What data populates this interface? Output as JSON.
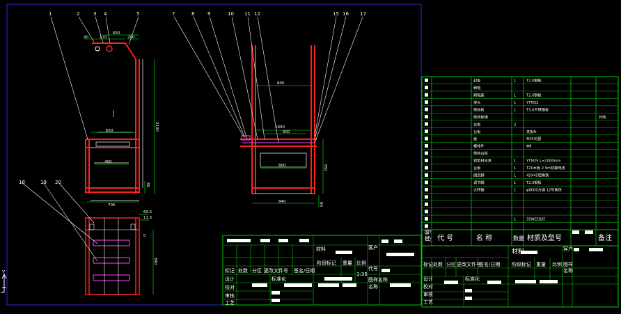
{
  "colors": {
    "background": "#000000",
    "frame": "#2a2ad8",
    "table_line": "#00d000",
    "part_red": "#ff2020",
    "leader_white": "#ffffff",
    "magenta": "#ff40ff",
    "dim_green": "#00ff00",
    "block_white": "#ffffff"
  },
  "balloons": [
    "1",
    "2",
    "3",
    "4",
    "5",
    "7",
    "8",
    "9",
    "10",
    "11",
    "12",
    "15",
    "16",
    "17",
    "18",
    "19",
    "20"
  ],
  "front_view_dims": {
    "top_a": "40",
    "top_b": "170",
    "top_c": "650",
    "top_d": "200",
    "height": "2100",
    "width_inner": "650",
    "inner": "400",
    "foot": "80",
    "bottom": "705"
  },
  "side_view_dims": {
    "top": "800",
    "mid": "1000",
    "mid2": "600",
    "lower": "800",
    "height": "780",
    "foot": "60",
    "bottom": "840"
  },
  "plan_view_dims": {
    "d1": "60.5",
    "d2": "11.5",
    "d3": "0",
    "depth": "840"
  },
  "parts_list": {
    "rows": [
      {
        "qty": "1",
        "name": "封板",
        "spec": "T2.0钢板",
        "note": ""
      },
      {
        "qty": "",
        "name": "刷辊",
        "spec": "",
        "note": ""
      },
      {
        "qty": "1",
        "name": "刷辊座",
        "spec": "T2.0钢板",
        "note": ""
      },
      {
        "qty": "1",
        "name": "接头",
        "spec": "YTM32",
        "note": ""
      },
      {
        "qty": "1",
        "name": "侧挡板",
        "spec": "T3.0不锈钢板",
        "note": ""
      },
      {
        "qty": "",
        "name": "侧挡板槽",
        "spec": "",
        "note": "外购"
      },
      {
        "qty": "2",
        "name": "台板",
        "spec": "",
        "note": ""
      },
      {
        "qty": "",
        "name": "台板",
        "spec": "夹板Fr",
        "note": ""
      },
      {
        "qty": "",
        "name": "盖",
        "spec": "Φ25光圆",
        "note": ""
      },
      {
        "qty": "",
        "name": "螺栓件",
        "spec": "Φ8",
        "note": ""
      },
      {
        "qty": "",
        "name": "侧挡台板",
        "spec": "",
        "note": ""
      },
      {
        "qty": "1",
        "name": "铝型材支承",
        "spec": "YTM25 L=1000mm",
        "note": ""
      },
      {
        "qty": "1",
        "name": "台板",
        "spec": "T20木板 2.5m防静电皮",
        "note": ""
      },
      {
        "qty": "1",
        "name": "固定脚",
        "spec": "45X45铝角铁",
        "note": ""
      },
      {
        "qty": "1",
        "name": "调节脚",
        "spec": "T2.0钢板",
        "note": ""
      },
      {
        "qty": "1",
        "name": "大转轴",
        "spec": "φ8000方通 12号角铁",
        "note": ""
      },
      {
        "qty": "",
        "name": "",
        "spec": "",
        "note": ""
      },
      {
        "qty": "",
        "name": "",
        "spec": "",
        "note": ""
      },
      {
        "qty": "",
        "name": "",
        "spec": "",
        "note": ""
      },
      {
        "qty": "1",
        "name": "",
        "spec": "35W日光灯",
        "note": ""
      },
      {
        "qty": "",
        "name": "",
        "spec": "",
        "note": ""
      }
    ],
    "header": {
      "seq": "序号",
      "code": "代 号",
      "name": "名 称",
      "qty": "数量",
      "material": "材质及型号",
      "remark": "备注"
    }
  },
  "title_block": {
    "material_label": "材料",
    "customer_label": "客户",
    "stage_label": "阶段标记",
    "weight_label": "重量",
    "scale_label": "比例",
    "scale_value": "1:35",
    "code_label": "代号",
    "drawing_name_label": "图样名称",
    "mark_label": "标记",
    "count_label": "处数",
    "zone_label": "分区",
    "change_doc_label": "更改文件号",
    "signature_date_label": "签名/日期",
    "design_label": "设计",
    "standardize_label": "标准化",
    "check_label": "校对",
    "review_label": "审核",
    "process_label": "工艺",
    "name_label": "名称"
  },
  "title_block_right": {
    "material_label": "材料",
    "customer_label": "客户",
    "stage_label": "阶段标记",
    "weight_label": "重量",
    "scale_label": "比例",
    "drawing_label": "图样",
    "name_label": "名称",
    "mark_label": "标记",
    "count_label": "处数",
    "zone_label": "分区",
    "change_doc_label": "更改文件号",
    "signature_date_label": "签名/日期",
    "design_label": "设计",
    "standardize_label": "标准化",
    "check_label": "校对",
    "review_label": "审核",
    "process_label": "工艺"
  },
  "axis_label": "Y"
}
